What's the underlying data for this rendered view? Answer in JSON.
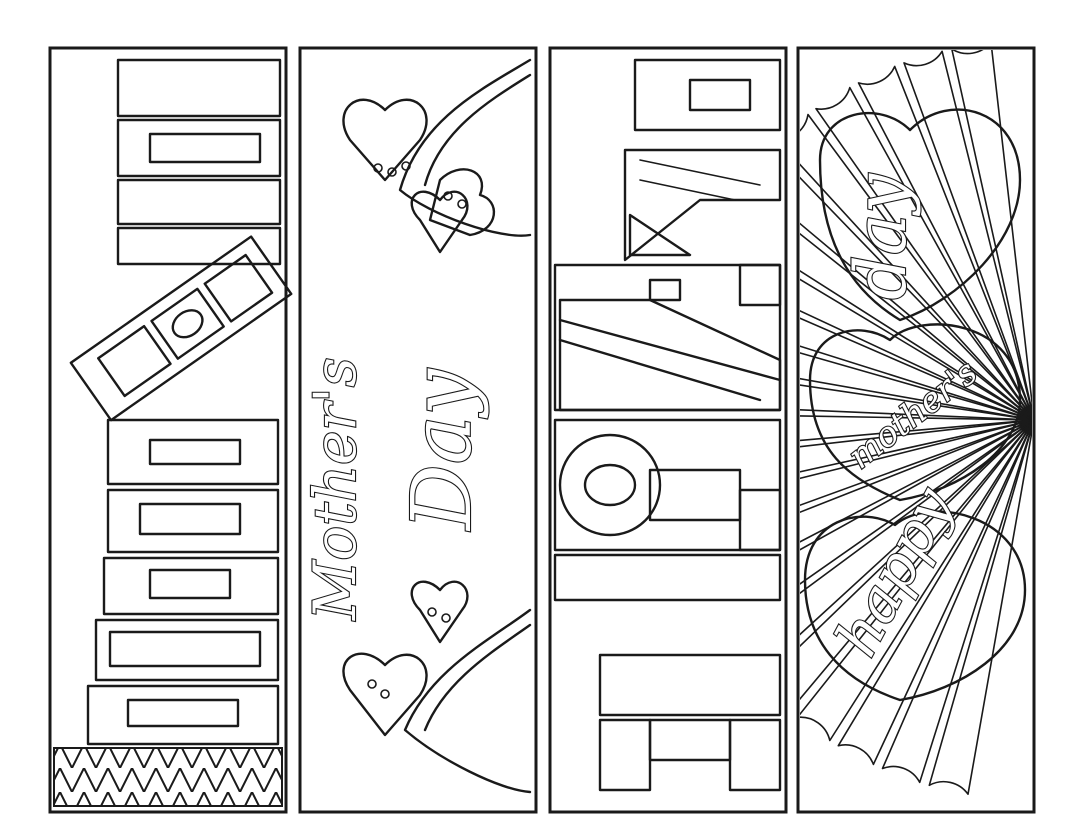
{
  "bookmarks": [
    {
      "id": "bookmark-1",
      "words": [
        "Happy",
        "Mom"
      ]
    },
    {
      "id": "bookmark-2",
      "words": [
        "Mother's",
        "Day"
      ]
    },
    {
      "id": "bookmark-3",
      "words": [
        "I",
        "Love",
        "You"
      ]
    },
    {
      "id": "bookmark-4",
      "words": [
        "happy",
        "mother's",
        "day"
      ]
    }
  ],
  "style": {
    "ink_color": "#1a1a1a",
    "paper_color": "#ffffff"
  }
}
